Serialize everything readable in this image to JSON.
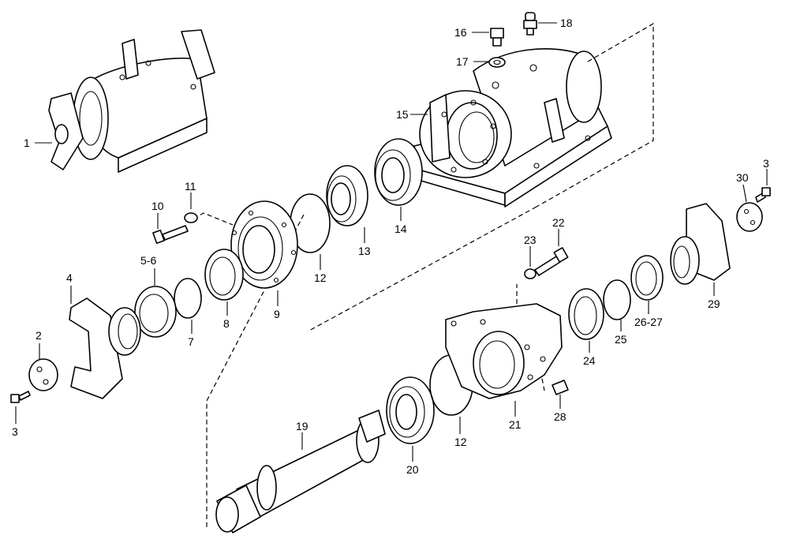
{
  "callouts": [
    {
      "id": "c1",
      "text": "1"
    },
    {
      "id": "c2",
      "text": "2"
    },
    {
      "id": "c3a",
      "text": "3"
    },
    {
      "id": "c3b",
      "text": "3"
    },
    {
      "id": "c4",
      "text": "4"
    },
    {
      "id": "c5",
      "text": "5-6"
    },
    {
      "id": "c7",
      "text": "7"
    },
    {
      "id": "c8",
      "text": "8"
    },
    {
      "id": "c9",
      "text": "9"
    },
    {
      "id": "c10",
      "text": "10"
    },
    {
      "id": "c11",
      "text": "11"
    },
    {
      "id": "c12a",
      "text": "12"
    },
    {
      "id": "c12b",
      "text": "12"
    },
    {
      "id": "c13",
      "text": "13"
    },
    {
      "id": "c14",
      "text": "14"
    },
    {
      "id": "c15",
      "text": "15"
    },
    {
      "id": "c16",
      "text": "16"
    },
    {
      "id": "c17",
      "text": "17"
    },
    {
      "id": "c18",
      "text": "18"
    },
    {
      "id": "c19",
      "text": "19"
    },
    {
      "id": "c20",
      "text": "20"
    },
    {
      "id": "c21",
      "text": "21"
    },
    {
      "id": "c22",
      "text": "22"
    },
    {
      "id": "c23",
      "text": "23"
    },
    {
      "id": "c24",
      "text": "24"
    },
    {
      "id": "c25",
      "text": "25"
    },
    {
      "id": "c26",
      "text": "26-27"
    },
    {
      "id": "c28",
      "text": "28"
    },
    {
      "id": "c29",
      "text": "29"
    },
    {
      "id": "c30",
      "text": "30"
    }
  ]
}
